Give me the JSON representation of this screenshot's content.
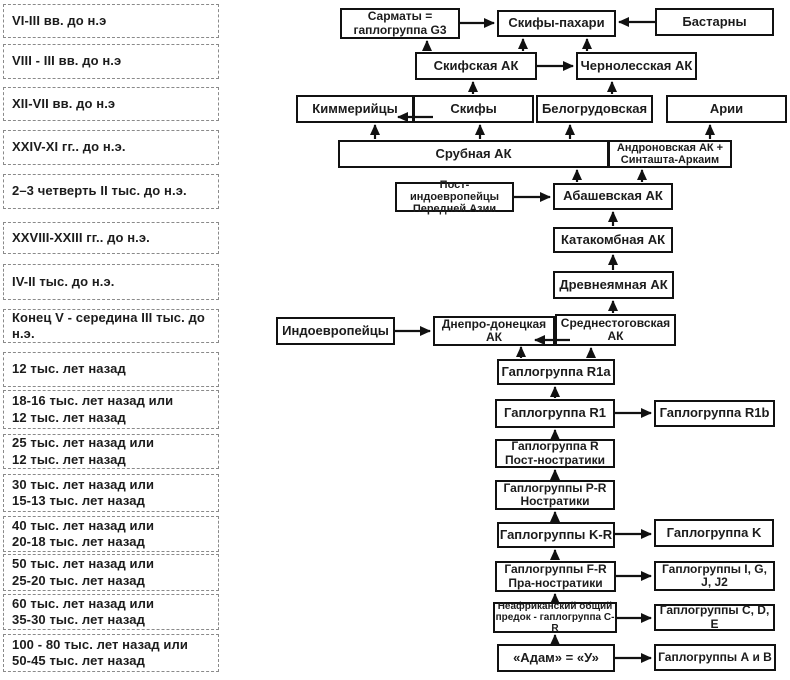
{
  "colors": {
    "ink": "#1c1c1c",
    "box_border": "#111111",
    "background": "#ffffff",
    "timeline_border": "#8a8a8a"
  },
  "timeline": {
    "items": [
      "VI-III вв. до н.э",
      "VIII - III вв. до н.э",
      "XII-VII вв. до н.э",
      "XXIV-XI гг.. до н.э.",
      "2–3 четверть II тыс. до н.э.",
      "XXVIII-XXIII гг.. до н.э.",
      "IV-II тыс. до н.э.",
      "Конец V - середина III тыс. до н.э.",
      "12 тыс. лет назад",
      "18-16 тыс. лет назад или\n12 тыс. лет назад",
      "25 тыс. лет назад или\n12 тыс. лет назад",
      "30 тыс. лет назад или\n15-13 тыс. лет назад",
      "40 тыс. лет назад или\n20-18 тыс. лет назад",
      "50 тыс. лет назад или\n25-20 тыс. лет назад",
      "60 тыс. лет назад или\n35-30 тыс. лет назад",
      "100 - 80 тыс. лет назад или\n50-45 тыс. лет назад"
    ]
  },
  "diagram": {
    "boxes": {
      "sarmaty": "Сарматы =\nгаплогруппа G3",
      "skify_pakhari": "Скифы-пахари",
      "bastarny": "Бастарны",
      "skifskaya_ak": "Скифская АК",
      "chernolesskaya_ak": "Чернолесская АК",
      "kimmeriytsy": "Киммерийцы",
      "skify": "Скифы",
      "belogrudovskaya": "Белогрудовская",
      "arii": "Арии",
      "srubnaya_ak": "Срубная АК",
      "andronovskaya_ak": "Андроновская АК +\nСинташта-Аркаим",
      "post_indoevropeytsy": "Пост-индоевропейцы\nПередней Азии",
      "abashevskaya_ak": "Абашевская АК",
      "katakombnaya_ak": "Катакомбная АК",
      "drevneyamnaya_ak": "Древнеямная АК",
      "indoevropeytsy": "Индоевропейцы",
      "dnepro_donetskaya_ak": "Днепро-донецкая АК",
      "srednestogovskaya_ak": "Среднестоговская\nАК",
      "gaplogruppa_r1a": "Гаплогруппа R1a",
      "gaplogruppa_r1": "Гаплогруппа R1",
      "gaplogruppa_r1b": "Гаплогруппа R1b",
      "gaplogruppa_r": "Гаплогруппа R\nПост-ностратики",
      "gaplogruppy_pr": "Гаплогруппы P-R\nНостратики",
      "gaplogruppy_kr": "Гаплогруппы K-R",
      "gaplogruppa_k": "Гаплогруппа K",
      "gaplogruppy_fr": "Гаплогруппы F-R\nПра-ностратики",
      "gaplogruppy_igjj2": "Гаплогруппы I, G,\nJ, J2",
      "neafrikanskiy_predok": "Неафриканский общий\nпредок - гаплогруппа C-R",
      "gaplogruppy_cde": "Гаплогруппы C, D, E",
      "adam": "«Адам» = «У»",
      "gaplogruppy_aib": "Гаплогруппы А и В"
    },
    "arrows": [
      [
        460,
        23,
        494,
        23
      ],
      [
        655,
        22,
        619,
        22
      ],
      [
        427,
        51,
        427,
        41
      ],
      [
        523,
        51,
        523,
        39
      ],
      [
        587,
        51,
        587,
        39
      ],
      [
        537,
        66,
        573,
        66
      ],
      [
        473,
        94,
        473,
        82
      ],
      [
        612,
        94,
        612,
        82
      ],
      [
        433,
        117,
        398,
        117
      ],
      [
        375,
        139,
        375,
        125
      ],
      [
        480,
        139,
        480,
        125
      ],
      [
        570,
        139,
        570,
        125
      ],
      [
        710,
        139,
        710,
        125
      ],
      [
        577,
        182,
        577,
        170
      ],
      [
        642,
        182,
        642,
        170
      ],
      [
        514,
        197,
        550,
        197
      ],
      [
        613,
        226,
        613,
        212
      ],
      [
        613,
        270,
        613,
        255
      ],
      [
        613,
        313,
        613,
        301
      ],
      [
        395,
        331,
        430,
        331
      ],
      [
        570,
        340,
        535,
        340
      ],
      [
        521,
        358,
        521,
        347
      ],
      [
        591,
        358,
        591,
        348
      ],
      [
        555,
        398,
        555,
        387
      ],
      [
        615,
        413,
        651,
        413
      ],
      [
        555,
        438,
        555,
        430
      ],
      [
        555,
        479,
        555,
        470
      ],
      [
        555,
        521,
        555,
        512
      ],
      [
        615,
        534,
        651,
        534
      ],
      [
        555,
        560,
        555,
        550
      ],
      [
        616,
        576,
        651,
        576
      ],
      [
        555,
        601,
        555,
        594
      ],
      [
        617,
        618,
        651,
        618
      ],
      [
        555,
        643,
        555,
        635
      ],
      [
        615,
        658,
        651,
        658
      ]
    ]
  }
}
